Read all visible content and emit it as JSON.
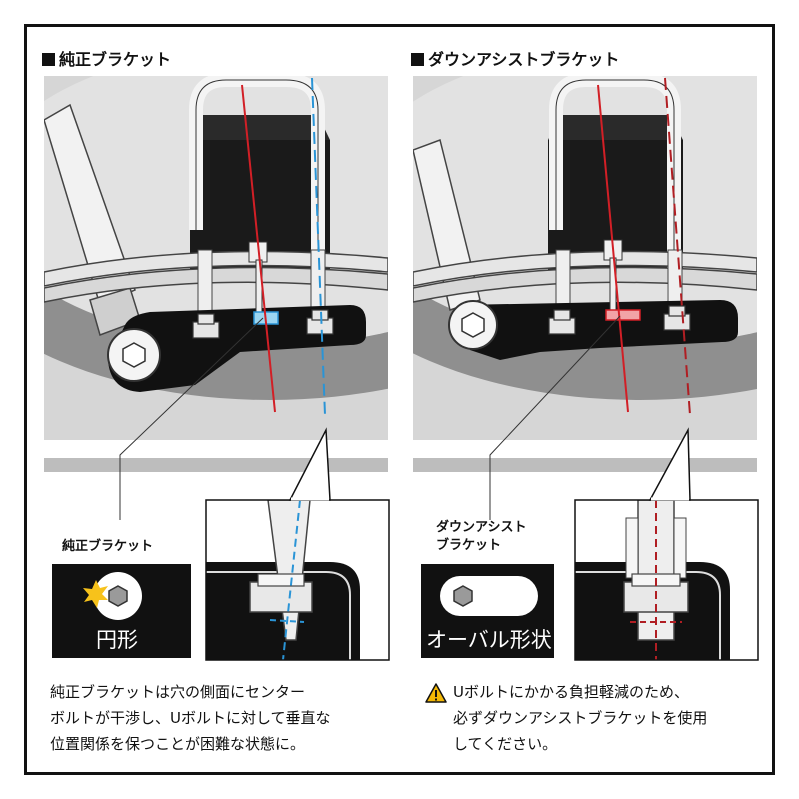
{
  "left": {
    "title": "純正ブラケット",
    "callout_label": "純正ブラケット",
    "hole_shape": "円形",
    "description_lines": [
      "純正ブラケットは穴の側面にセンター",
      "ボルトが干渉し、Uボルトに対して垂直な",
      "位置関係を保つことが困難な状態に。"
    ]
  },
  "right": {
    "title": "ダウンアシストブラケット",
    "callout_label_lines": [
      "ダウンアシスト",
      "ブラケット"
    ],
    "hole_shape": "オーバル形状",
    "description_lines": [
      "Uボルトにかかる負担軽減のため、",
      "必ずダウンアシストブラケットを使用",
      "してください。"
    ]
  },
  "colors": {
    "red_line": "#d21f26",
    "blue_line": "#2a94d6",
    "dark_red_line": "#b01e23",
    "warning_yellow": "#f2b705",
    "interference_yellow": "#f7c21b"
  },
  "icons": [
    "warning-icon",
    "hex-bolt-icon",
    "interference-burst-icon"
  ]
}
